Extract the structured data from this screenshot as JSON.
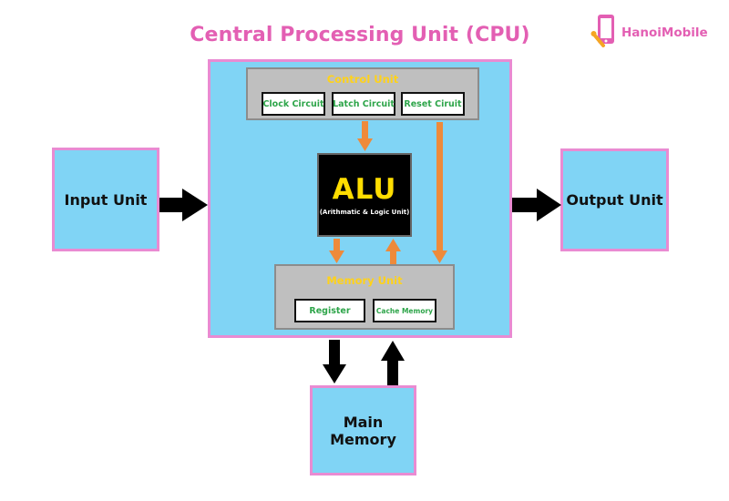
{
  "title": "Central Processing Unit (CPU)",
  "logo": {
    "text": "HanoiMobile"
  },
  "input_unit": "Input Unit",
  "output_unit": "Output Unit",
  "main_memory": "Main Memory",
  "control_unit": {
    "label": "Control Unit",
    "items": [
      "Clock Circuit",
      "Latch Circuit",
      "Reset Ciruit"
    ]
  },
  "alu": {
    "label": "ALU",
    "sublabel": "(Arithmatic & Logic Unit)"
  },
  "memory_unit": {
    "label": "Memory Unit",
    "items": [
      "Register",
      "Cache Memory"
    ]
  },
  "colors": {
    "accent_pink": "#e35fb3",
    "box_blue": "#80d4f5",
    "arrow_orange": "#ee8a3a",
    "label_yellow": "#ffd21a",
    "chip_green": "#2ea54a"
  }
}
